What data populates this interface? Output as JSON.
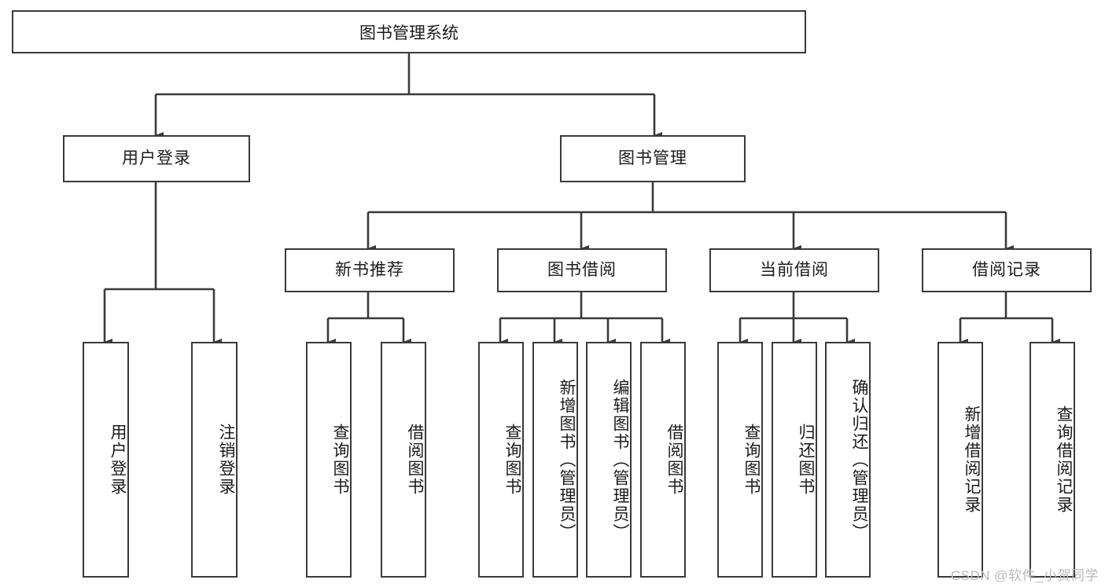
{
  "diagram": {
    "title": "图书管理系统",
    "watermark": "CSDN @软件_小贺同学",
    "style": {
      "border_color": "#3a3a3a",
      "text_color": "#1b1b1b",
      "background": "#ffffff",
      "watermark_color": "#b9b9b9"
    },
    "levels": {
      "root": {
        "label": "图书管理系统"
      },
      "level2": [
        {
          "label": "用户登录"
        },
        {
          "label": "图书管理"
        }
      ],
      "level3": [
        {
          "label": "新书推荐"
        },
        {
          "label": "图书借阅"
        },
        {
          "label": "当前借阅"
        },
        {
          "label": "借阅记录"
        }
      ],
      "leaves": {
        "user_login": [
          {
            "label": "用户登录"
          },
          {
            "label": "注销登录"
          }
        ],
        "new_book": [
          {
            "label": "查询图书"
          },
          {
            "label": "借阅图书"
          }
        ],
        "book_borrow": [
          {
            "label": "查询图书"
          },
          {
            "label": "新增图书（管理员）"
          },
          {
            "label": "编辑图书（管理员）"
          },
          {
            "label": "借阅图书"
          }
        ],
        "current_borrow": [
          {
            "label": "查询图书"
          },
          {
            "label": "归还图书"
          },
          {
            "label": "确认归还（管理员）"
          }
        ],
        "borrow_record": [
          {
            "label": "新增借阅记录"
          },
          {
            "label": "查询借阅记录"
          }
        ]
      }
    }
  }
}
